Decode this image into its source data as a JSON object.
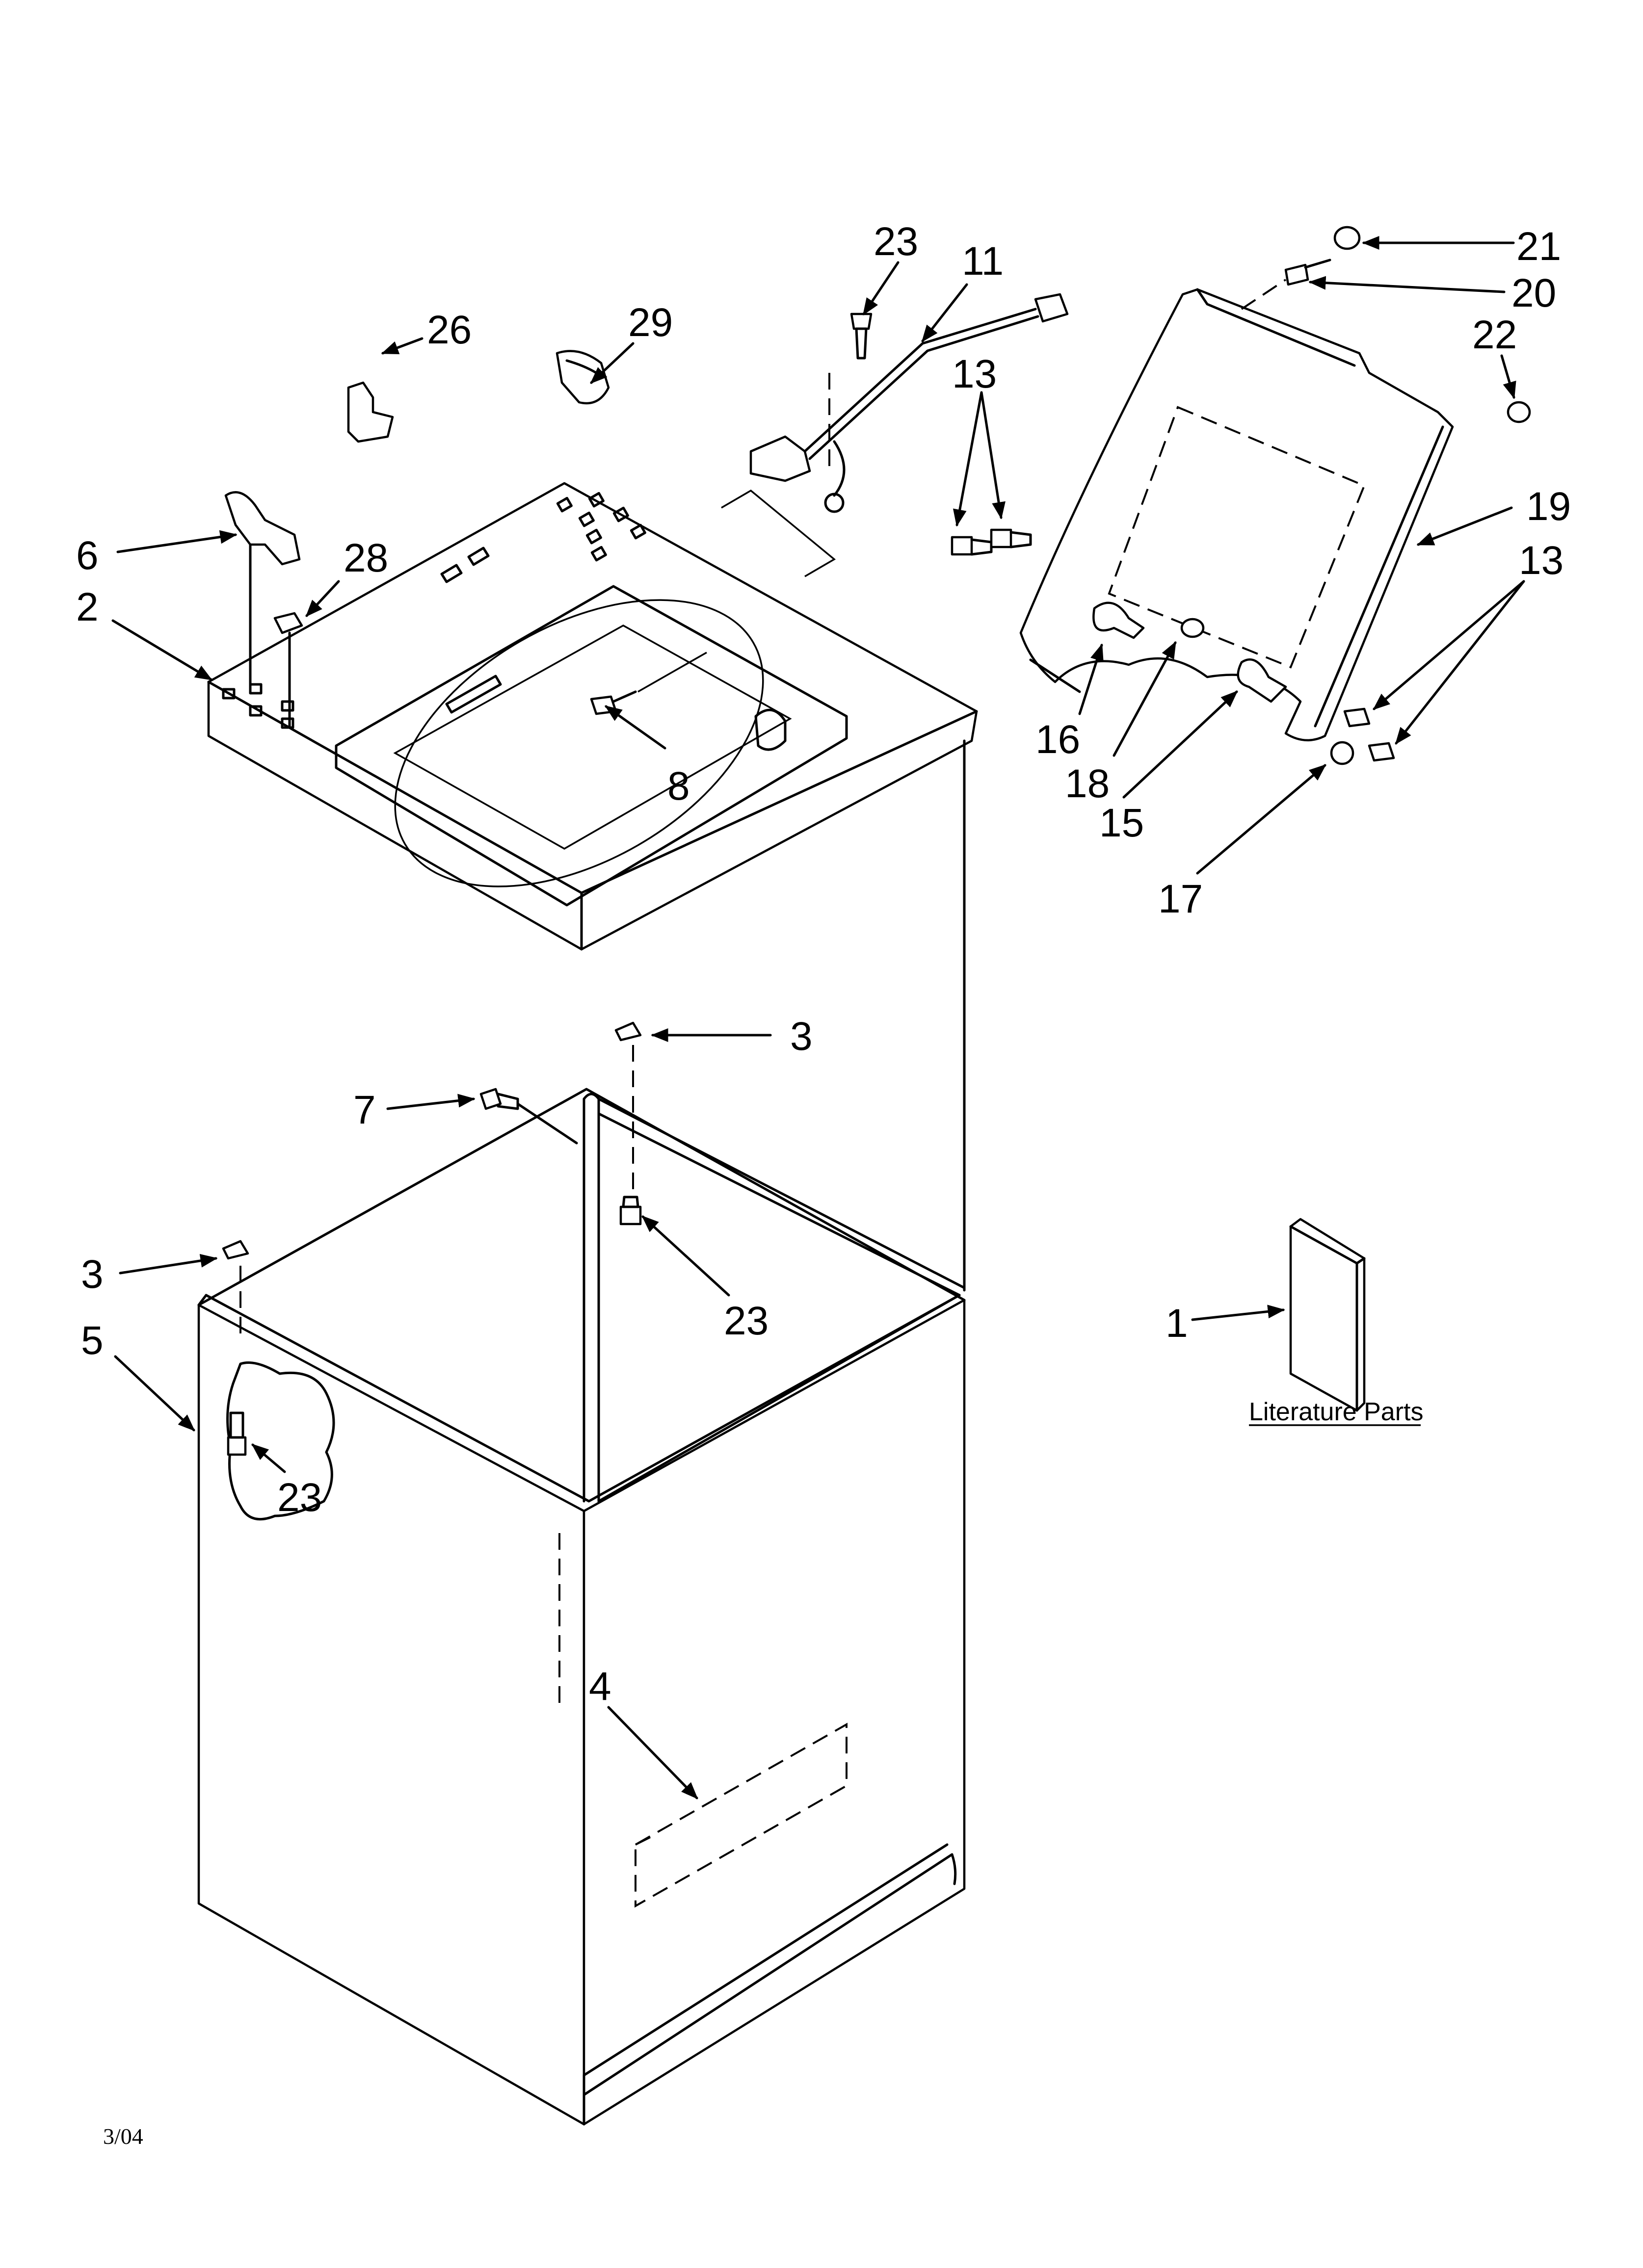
{
  "diagram": {
    "callouts": {
      "c1": "1",
      "c2": "2",
      "c3a": "3",
      "c3b": "3",
      "c4": "4",
      "c5": "5",
      "c6": "6",
      "c7": "7",
      "c8": "8",
      "c11": "11",
      "c13a": "13",
      "c13b": "13",
      "c15": "15",
      "c16": "16",
      "c17": "17",
      "c18": "18",
      "c19": "19",
      "c20": "20",
      "c21": "21",
      "c22": "22",
      "c23a": "23",
      "c23b": "23",
      "c23c": "23",
      "c26": "26",
      "c28": "28",
      "c29": "29"
    },
    "literature_label": "Literature Parts",
    "date_code": "3/04"
  }
}
